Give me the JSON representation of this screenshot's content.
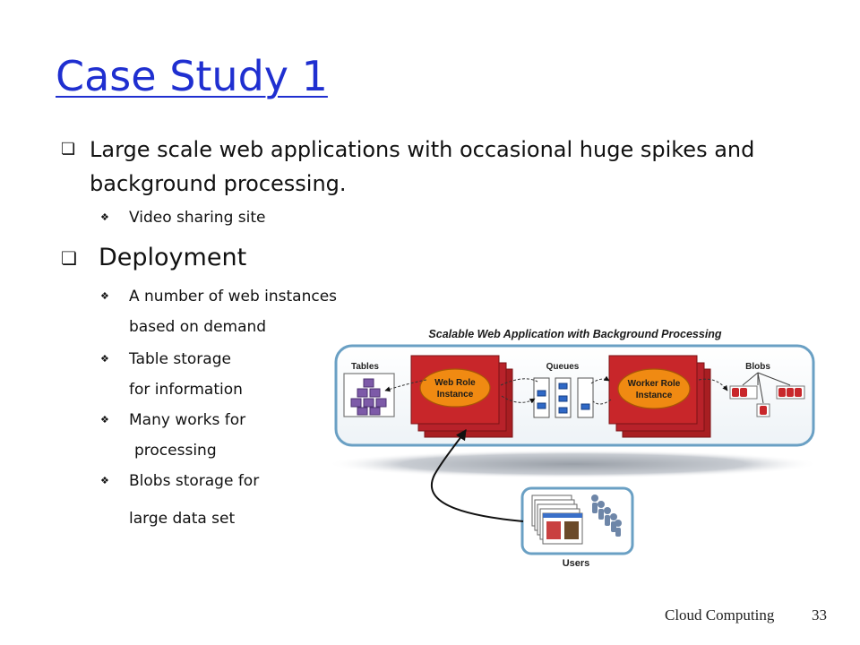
{
  "slide": {
    "title": "Case Study 1",
    "bullet_1": "Large scale web applications with occasional huge spikes and background processing.",
    "bullet_1_sub": "Video sharing site",
    "bullet_2": "Deployment",
    "sub_bullets": [
      {
        "line1": "A number of web instances",
        "line2": "based on demand"
      },
      {
        "line1": "Table storage",
        "line2": "for information"
      },
      {
        "line1": "Many works for",
        "line2": "processing"
      },
      {
        "line1": "Blobs storage for",
        "line2": "large data set"
      }
    ],
    "footer_label": "Cloud Computing",
    "page_number": "33"
  },
  "diagram": {
    "title": "Scalable Web Application with Background Processing",
    "tables_label": "Tables",
    "web_role_line1": "Web Role",
    "web_role_line2": "Instance",
    "queues_label": "Queues",
    "worker_role_line1": "Worker Role",
    "worker_role_line2": "Instance",
    "blobs_label": "Blobs",
    "users_label": "Users"
  },
  "colors": {
    "title": "#1f2fd0",
    "role_red": "#c8262a",
    "role_orange": "#f08a12",
    "panel_border": "#6aa0c4",
    "tables_purple": "#7d5aa8",
    "queue_blue": "#2f68c6"
  },
  "icons": [
    "square-bullet-icon",
    "diamond-bullet-icon",
    "table-stack-icon",
    "queue-icon",
    "blob-icon",
    "users-crowd-icon",
    "web-page-icon"
  ]
}
